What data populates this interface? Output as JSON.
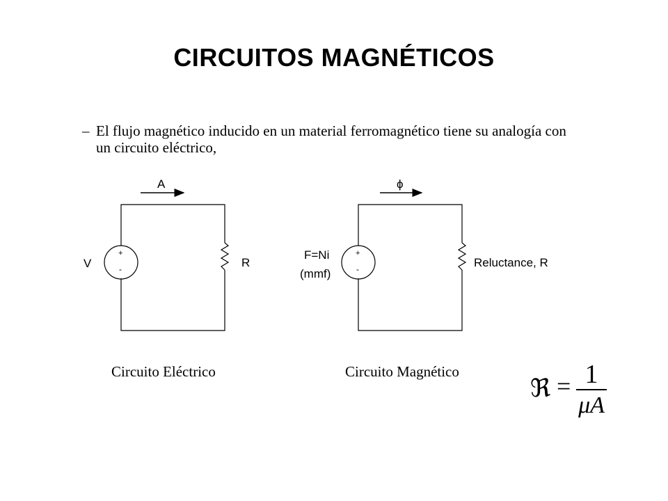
{
  "slide": {
    "title": "CIRCUITOS MAGNÉTICOS",
    "bullet_dash": "–",
    "bullet_text": "El flujo magnético inducido en un material ferromagnético tiene su analogía con un circuito eléctrico,"
  },
  "electric_circuit": {
    "current_label": "A",
    "source_label": "V",
    "resistor_label": "R",
    "plus_sign": "+",
    "minus_sign": "-",
    "caption": "Circuito Eléctrico"
  },
  "magnetic_circuit": {
    "flux_label": "ϕ",
    "source_label_line1": "F=Ni",
    "source_label_line2": "(mmf)",
    "reluctance_label": "Reluctance, R",
    "plus_sign": "+",
    "minus_sign": "-",
    "caption": "Circuito Magnético"
  },
  "formula": {
    "symbol": "ℜ",
    "equals": "=",
    "numerator": "1",
    "denominator": "μA"
  }
}
